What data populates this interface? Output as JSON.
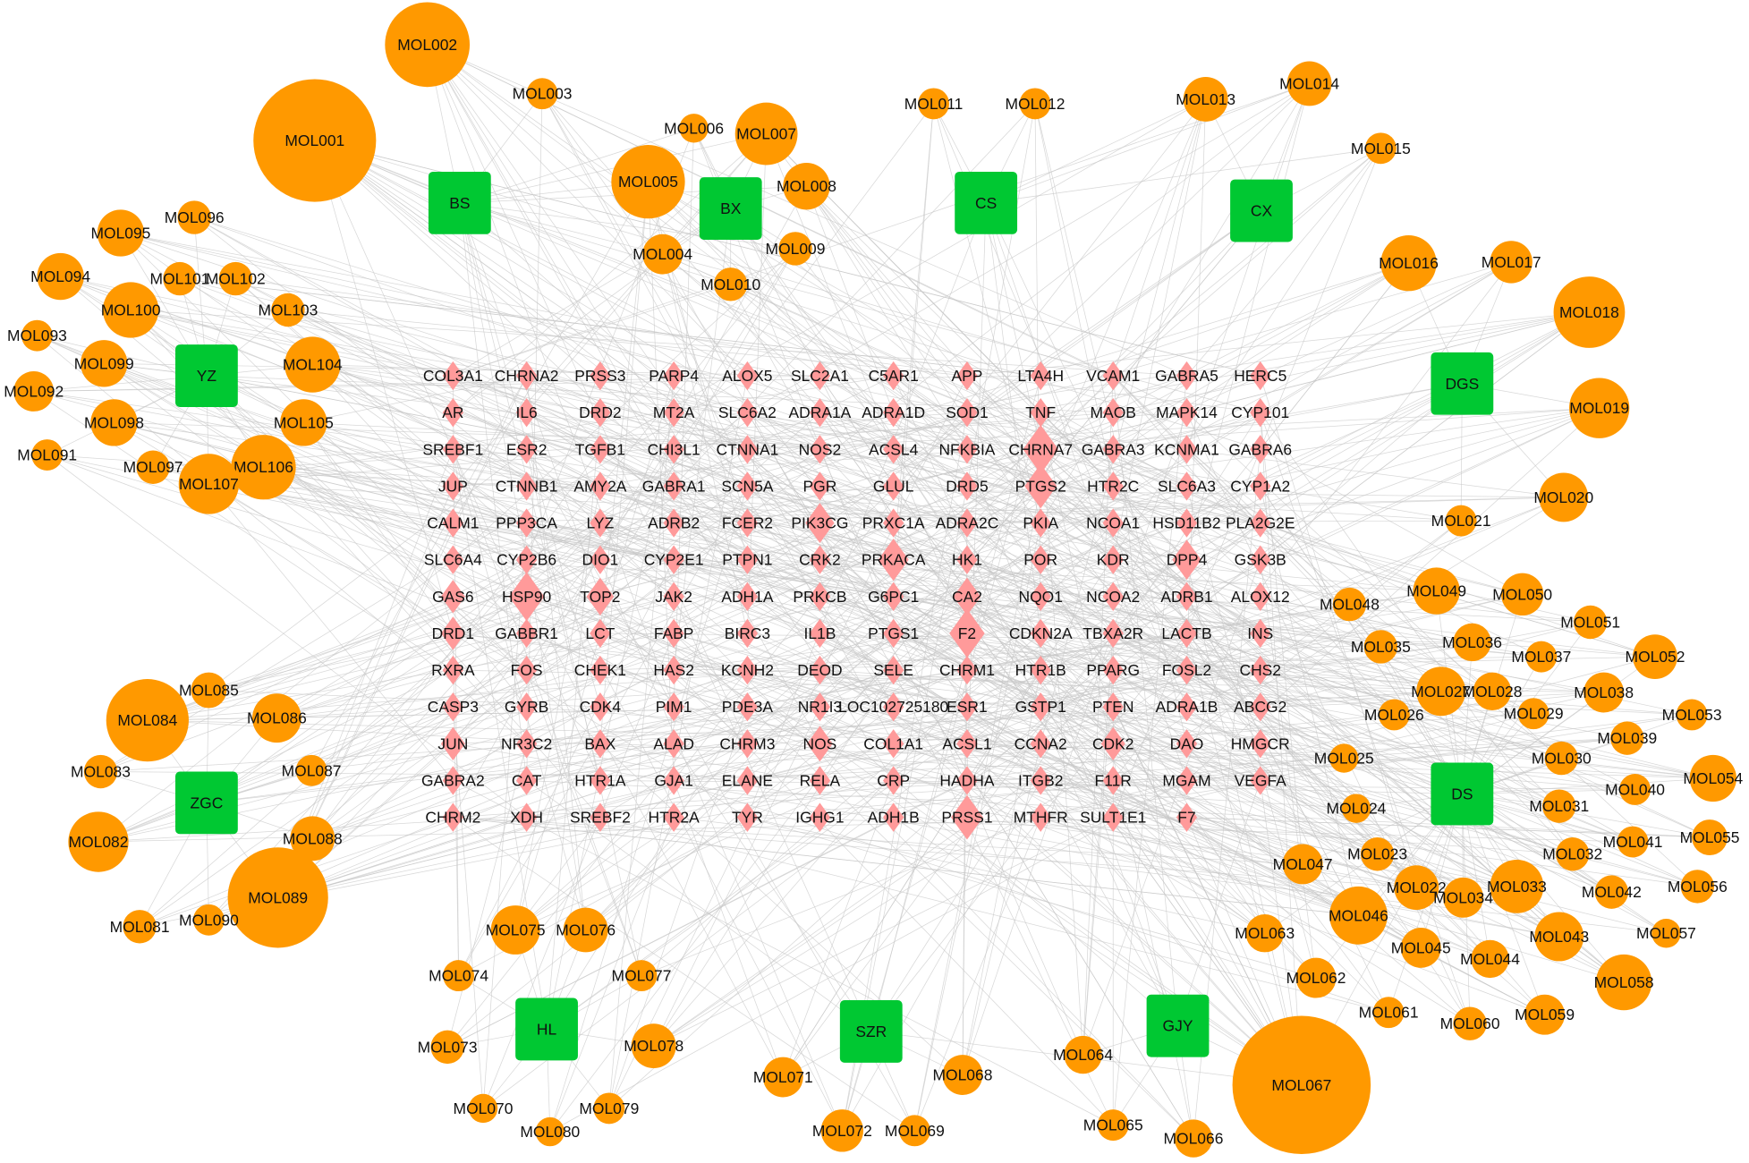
{
  "colors": {
    "herb": "#00c832",
    "compound": "#ff9900",
    "target": "#ff9a9a",
    "edge": "#c8c8c8"
  },
  "herbs": [
    "BS",
    "BX",
    "CS",
    "CX",
    "DGS",
    "YZ",
    "ZGC",
    "DS",
    "HL",
    "SZR",
    "GJY"
  ],
  "compounds": [
    "MOL001",
    "MOL002",
    "MOL003",
    "MOL004",
    "MOL005",
    "MOL006",
    "MOL007",
    "MOL008",
    "MOL009",
    "MOL010",
    "MOL011",
    "MOL012",
    "MOL013",
    "MOL014",
    "MOL015",
    "MOL016",
    "MOL017",
    "MOL018",
    "MOL019",
    "MOL020",
    "MOL021",
    "MOL022",
    "MOL023",
    "MOL024",
    "MOL025",
    "MOL026",
    "MOL027",
    "MOL028",
    "MOL029",
    "MOL030",
    "MOL031",
    "MOL032",
    "MOL033",
    "MOL034",
    "MOL035",
    "MOL036",
    "MOL037",
    "MOL038",
    "MOL039",
    "MOL040",
    "MOL041",
    "MOL042",
    "MOL043",
    "MOL044",
    "MOL045",
    "MOL046",
    "MOL047",
    "MOL048",
    "MOL049",
    "MOL050",
    "MOL051",
    "MOL052",
    "MOL053",
    "MOL054",
    "MOL055",
    "MOL056",
    "MOL057",
    "MOL058",
    "MOL059",
    "MOL060",
    "MOL061",
    "MOL062",
    "MOL063",
    "MOL064",
    "MOL065",
    "MOL066",
    "MOL067",
    "MOL068",
    "MOL069",
    "MOL070",
    "MOL071",
    "MOL072",
    "MOL073",
    "MOL074",
    "MOL075",
    "MOL076",
    "MOL077",
    "MOL078",
    "MOL079",
    "MOL080",
    "MOL081",
    "MOL082",
    "MOL083",
    "MOL084",
    "MOL085",
    "MOL086",
    "MOL087",
    "MOL088",
    "MOL089",
    "MOL090",
    "MOL091",
    "MOL092",
    "MOL093",
    "MOL094",
    "MOL095",
    "MOL096",
    "MOL097",
    "MOL098",
    "MOL099",
    "MOL100",
    "MOL101",
    "MOL102",
    "MOL103",
    "MOL104",
    "MOL105",
    "MOL106",
    "MOL107"
  ],
  "targets": [
    [
      "COL3A1",
      "CHRNA2",
      "PRSS3",
      "PARP4",
      "ALOX5",
      "SLC2A1",
      "C5AR1",
      "APP",
      "LTA4H",
      "VCAM1",
      "GABRA5",
      "HERC5"
    ],
    [
      "AR",
      "IL6",
      "DRD2",
      "MT2A",
      "SLC6A2",
      "ADRA1A",
      "ADRA1D",
      "SOD1",
      "TNF",
      "MAOB",
      "MAPK14",
      "CYP101"
    ],
    [
      "SREBF1",
      "ESR2",
      "TGFB1",
      "CHI3L1",
      "CTNNA1",
      "NOS2",
      "ACSL4",
      "NFKBIA",
      "CHRNA7",
      "GABRA3",
      "KCNMA1",
      "GABRA6"
    ],
    [
      "JUP",
      "CTNNB1",
      "AMY2A",
      "GABRA1",
      "SCN5A",
      "PGR",
      "GLUL",
      "DRD5",
      "PTGS2",
      "HTR2C",
      "SLC6A3",
      "CYP1A2"
    ],
    [
      "CALM1",
      "PPP3CA",
      "LYZ",
      "ADRB2",
      "FCER2",
      "PIK3CG",
      "PRXC1A",
      "ADRA2C",
      "PKIA",
      "NCOA1",
      "HSD11B2",
      "PLA2G2E"
    ],
    [
      "SLC6A4",
      "CYP2B6",
      "DIO1",
      "CYP2E1",
      "PTPN1",
      "CRK2",
      "PRKACA",
      "HK1",
      "POR",
      "KDR",
      "DPP4",
      "GSK3B"
    ],
    [
      "GAS6",
      "HSP90",
      "TOP2",
      "JAK2",
      "ADH1A",
      "PRKCB",
      "G6PC1",
      "CA2",
      "NQO1",
      "NCOA2",
      "ADRB1",
      "ALOX12"
    ],
    [
      "DRD1",
      "GABBR1",
      "LCT",
      "FABP",
      "BIRC3",
      "IL1B",
      "PTGS1",
      "F2",
      "CDKN2A",
      "TBXA2R",
      "LACTB",
      "INS"
    ],
    [
      "RXRA",
      "FOS",
      "CHEK1",
      "HAS2",
      "KCNH2",
      "DEOD",
      "SELE",
      "CHRM1",
      "HTR1B",
      "PPARG",
      "FOSL2",
      "CHS2"
    ],
    [
      "CASP3",
      "GYRB",
      "CDK4",
      "PIM1",
      "PDE3A",
      "NR1I3",
      "LOC102725180",
      "ESR1",
      "GSTP1",
      "PTEN",
      "ADRA1B",
      "ABCG2"
    ],
    [
      "JUN",
      "NR3C2",
      "BAX",
      "ALAD",
      "CHRM3",
      "NOS",
      "COL1A1",
      "ACSL1",
      "CCNA2",
      "CDK2",
      "DAO",
      "HMGCR"
    ],
    [
      "GABRA2",
      "CAT",
      "HTR1A",
      "GJA1",
      "ELANE",
      "RELA",
      "CRP",
      "HADHA",
      "ITGB2",
      "F11R",
      "MGAM",
      "VEGFA"
    ],
    [
      "CHRM2",
      "XDH",
      "SREBF2",
      "HTR2A",
      "TYR",
      "IGHG1",
      "ADH1B",
      "PRSS1",
      "MTHFR",
      "SULT1E1",
      "F7"
    ]
  ]
}
